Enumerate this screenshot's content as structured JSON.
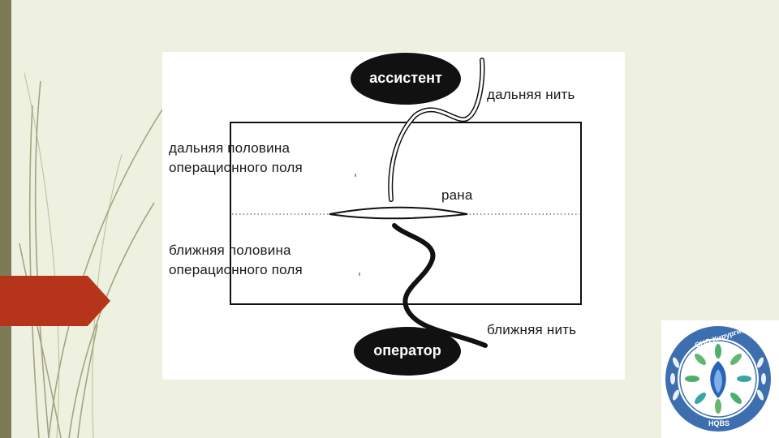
{
  "figure": {
    "assistant_label": "ассистент",
    "operator_label": "оператор",
    "far_thread_label": "дальняя нить",
    "near_thread_label": "ближняя нить",
    "far_half_line1": "дальняя половина",
    "far_half_line2": "операционного поля",
    "near_half_line1": "ближняя половина",
    "near_half_line2": "операционного поля",
    "wound_label": "рана"
  },
  "logo": {
    "ring_text": "СНО Хирургии",
    "bottom_text": "HQBS"
  },
  "colors": {
    "background": "#eef1df",
    "left_bar": "#7d7a55",
    "arrow": "#b5341a",
    "logo_ring": "#3d6fb0"
  }
}
